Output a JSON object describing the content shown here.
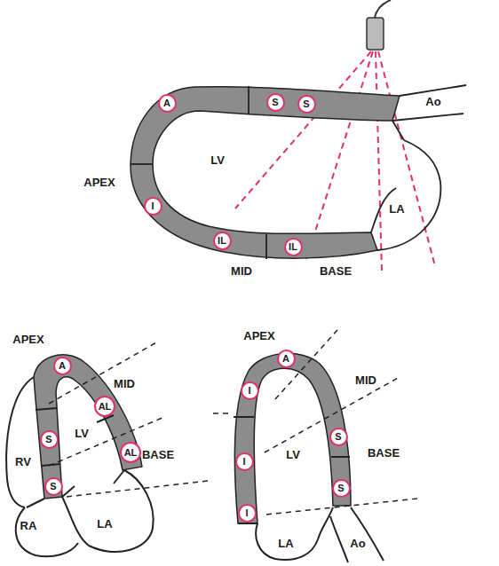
{
  "diagram": {
    "nodes": [
      {
        "text": [
          "A"
        ]
      },
      {
        "text": [
          "S"
        ]
      },
      {
        "text": [
          "S"
        ]
      },
      {
        "text": [
          "I"
        ]
      },
      {
        "text": [
          "IL"
        ]
      },
      {
        "text": [
          "IL"
        ]
      },
      {
        "text": [
          "A"
        ]
      },
      {
        "text": [
          "AL"
        ]
      },
      {
        "text": [
          "S"
        ]
      },
      {
        "text": [
          "AL"
        ]
      },
      {
        "text": [
          "S"
        ]
      },
      {
        "text": [
          "I"
        ]
      },
      {
        "text": [
          "A"
        ]
      },
      {
        "text": [
          "S"
        ]
      },
      {
        "text": [
          "I"
        ]
      },
      {
        "text": [
          "S"
        ]
      },
      {
        "text": [
          "I"
        ]
      }
    ],
    "labels": [
      "Ao",
      "LV",
      "LA",
      "APEX",
      "MID",
      "BASE",
      "APEX",
      "MID",
      "LV",
      "BASE",
      "RV",
      "RA",
      "LA",
      "APEX",
      "MID",
      "LV",
      "BASE",
      "LA",
      "Ao"
    ]
  }
}
